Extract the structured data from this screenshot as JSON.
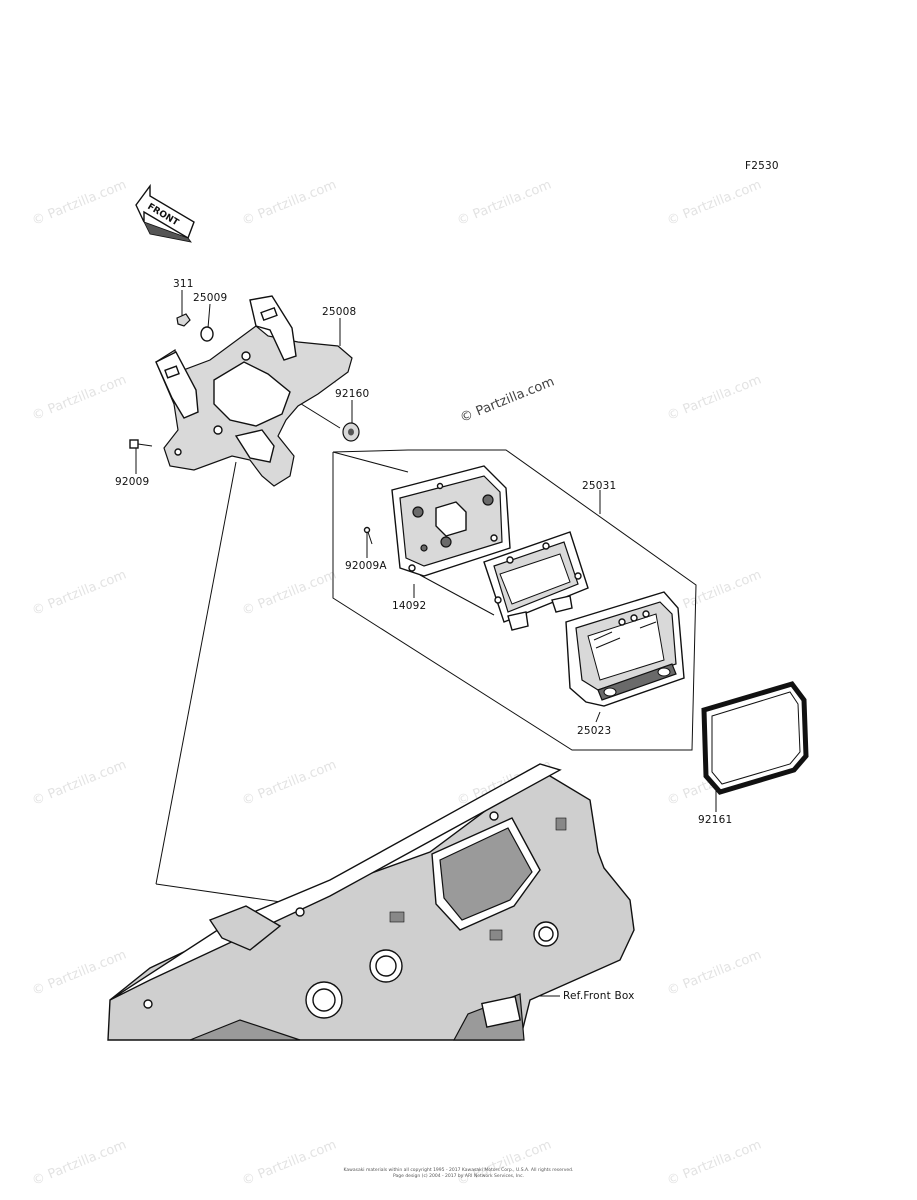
{
  "figure_code": "F2530",
  "front_arrow_label": "FRONT",
  "watermark": "© Partzilla.com",
  "reference_label": "Ref.Front Box",
  "parts": {
    "p311": "311",
    "p25009": "25009",
    "p25008": "25008",
    "p92160": "92160",
    "p92009": "92009",
    "p25031": "25031",
    "p92009A": "92009A",
    "p14092": "14092",
    "p25023": "25023",
    "p92161": "92161"
  },
  "copyright_lines": [
    "Kawasaki materials within all copyright 1995 - 2017 Kawasaki Motors Corp., U.S.A. All rights reserved.",
    "Page design (c) 2004 - 2017 by ARI Network Services, Inc."
  ]
}
